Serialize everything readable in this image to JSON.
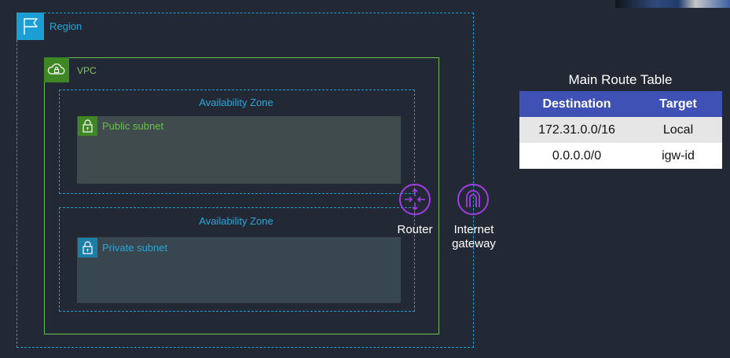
{
  "region": {
    "label": "Region",
    "icon": "flag-icon",
    "color": "#1b9ed4"
  },
  "vpc": {
    "label": "VPC",
    "icon": "cloud-lock-icon",
    "color": "#3f8624"
  },
  "availability_zones": [
    {
      "label": "Availability Zone"
    },
    {
      "label": "Availability Zone"
    }
  ],
  "subnets": {
    "public": {
      "label": "Public subnet",
      "icon": "lock-icon",
      "color": "#3f8624"
    },
    "private": {
      "label": "Private subnet",
      "icon": "lock-icon",
      "color": "#1b7fa8"
    }
  },
  "router": {
    "label": "Router",
    "icon": "router-icon",
    "color": "#a13ce8"
  },
  "internet_gateway": {
    "label_line1": "Internet",
    "label_line2": "gateway",
    "icon": "internet-gateway-icon",
    "color": "#a13ce8"
  },
  "route_table": {
    "title": "Main Route Table",
    "headers": [
      "Destination",
      "Target"
    ],
    "rows": [
      {
        "destination": "172.31.0.0/16",
        "target": "Local"
      },
      {
        "destination": "0.0.0.0/0",
        "target": "igw-id"
      }
    ],
    "header_color": "#3f51b5"
  }
}
